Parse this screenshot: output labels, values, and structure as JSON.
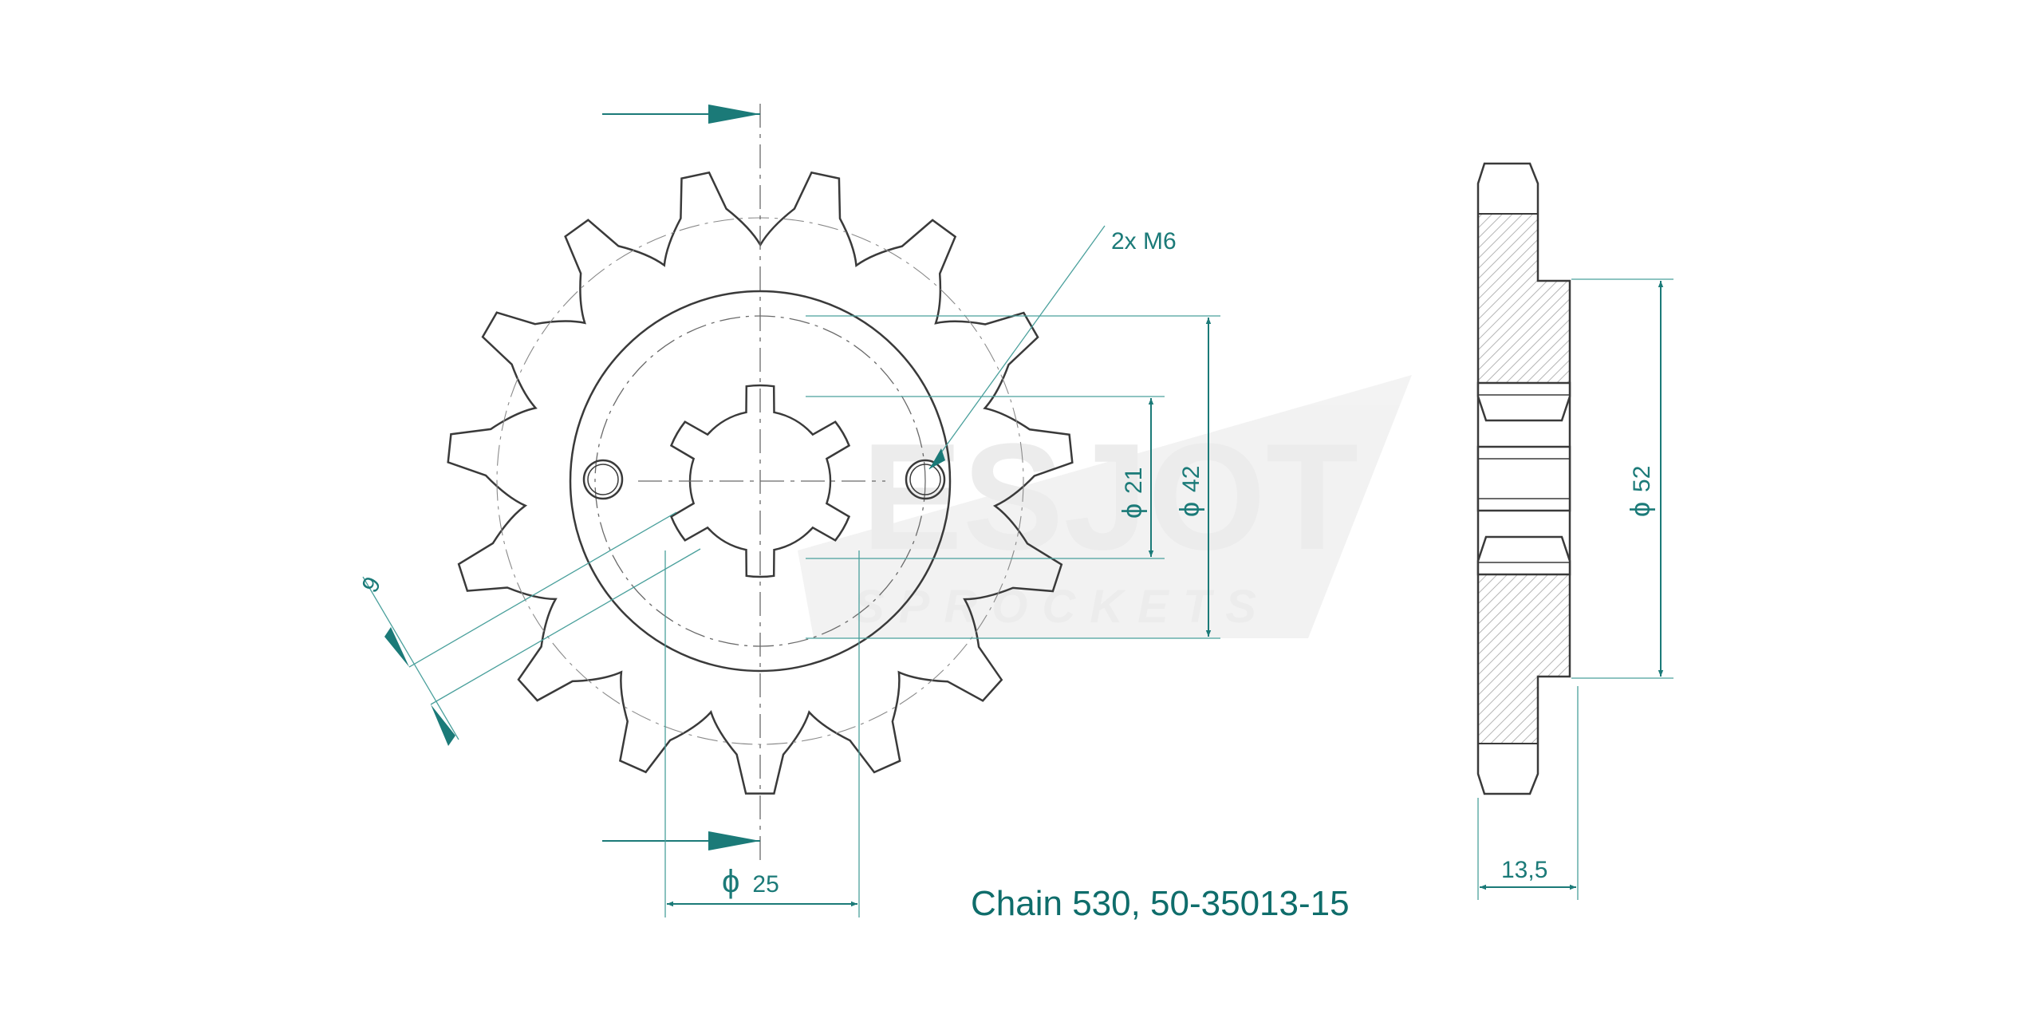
{
  "drawing": {
    "teeth_count": 15,
    "hole_callout": "2x M6",
    "dim_21": "21",
    "dim_42": "42",
    "dim_52": "52",
    "dim_25": "25",
    "dim_9": "9",
    "dim_13_5": "13,5",
    "diameter_symbol": "ϕ",
    "watermark_brand": "ESJOT",
    "watermark_sub": "SPROCKETS",
    "colors": {
      "line": "#3a3a3a",
      "dimension": "#1b7a78",
      "caption": "#0f6d6b",
      "hatch": "#c8c8c8"
    }
  },
  "caption": {
    "text": "Chain 530, 50-35013-15"
  }
}
